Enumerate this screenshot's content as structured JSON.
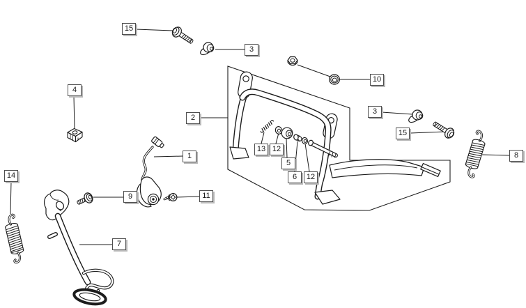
{
  "diagram": {
    "kind": "exploded-parts-diagram",
    "subject": "center-stand-and-side-stand-assembly",
    "background_color": "#ffffff",
    "line_color": "#1c1c1c",
    "callout_box": {
      "bg": "#ffffff",
      "border": "#4e4e4e",
      "shadow": "#b9b9b9",
      "text": "#1b1b1b"
    }
  },
  "callouts": [
    {
      "label": "15",
      "part": "flanged-hex-bolt"
    },
    {
      "label": "3",
      "part": "cap-nut"
    },
    {
      "label": "4",
      "part": "square-nut"
    },
    {
      "label": "2",
      "part": "center-stand"
    },
    {
      "label": "10",
      "part": "flanged-nut-pair"
    },
    {
      "label": "3",
      "part": "cap-nut"
    },
    {
      "label": "15",
      "part": "flanged-hex-bolt"
    },
    {
      "label": "8",
      "part": "extension-spring"
    },
    {
      "label": "13",
      "part": "small-spring"
    },
    {
      "label": "12",
      "part": "washer"
    },
    {
      "label": "5",
      "part": "bushing"
    },
    {
      "label": "6",
      "part": "spacer-bushing"
    },
    {
      "label": "12",
      "part": "washer"
    },
    {
      "label": "1",
      "part": "stand-switch-with-cable"
    },
    {
      "label": "9",
      "part": "hex-bolt-with-washer"
    },
    {
      "label": "11",
      "part": "screw"
    },
    {
      "label": "7",
      "part": "side-stand"
    },
    {
      "label": "14",
      "part": "extension-spring"
    }
  ]
}
